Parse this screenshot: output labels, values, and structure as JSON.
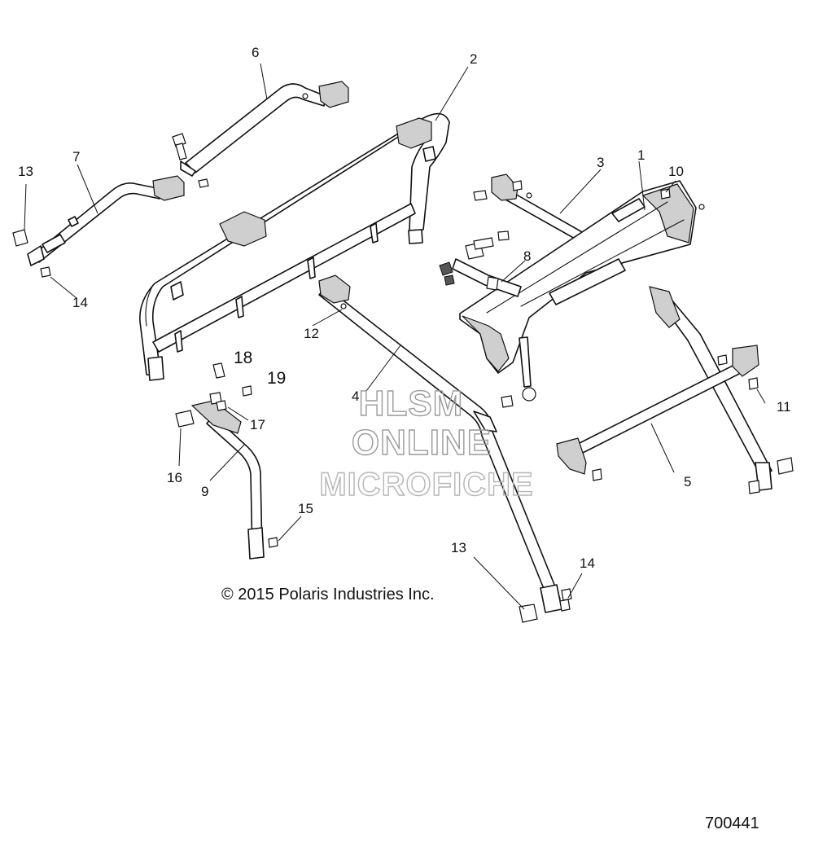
{
  "callouts": [
    "1",
    "2",
    "3",
    "4",
    "5",
    "6",
    "7",
    "8",
    "9",
    "10",
    "11",
    "12",
    "13",
    "14",
    "15",
    "16",
    "17",
    "18",
    "19",
    "13",
    "14"
  ],
  "watermark": {
    "line1": "HLSM",
    "line2": "ONLINE",
    "line3": "MICROFICHE"
  },
  "copyright": "© 2015 Polaris Industries Inc.",
  "figure_number": "700441"
}
